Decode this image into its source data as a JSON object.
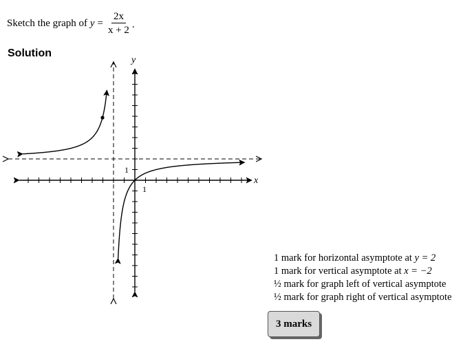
{
  "question": {
    "prefix": "Sketch the graph of ",
    "variable": "y",
    "equals": "=",
    "numerator": "2x",
    "denominator": "x + 2",
    "end": "."
  },
  "solution": {
    "heading": "Solution"
  },
  "graph": {
    "x_axis_label": "x",
    "y_axis_label": "y",
    "x_tick_label": "1",
    "y_tick_label": "1"
  },
  "marking": {
    "items": [
      {
        "text": "1 mark for horizontal asymptote at ",
        "math": "y = 2"
      },
      {
        "text": "1 mark for vertical asymptote at ",
        "math": "x = −2"
      },
      {
        "text": "½ mark for graph left of vertical asymptote",
        "math": ""
      },
      {
        "text": "½ mark for graph right of vertical asymptote",
        "math": ""
      }
    ],
    "total": "3 marks"
  }
}
